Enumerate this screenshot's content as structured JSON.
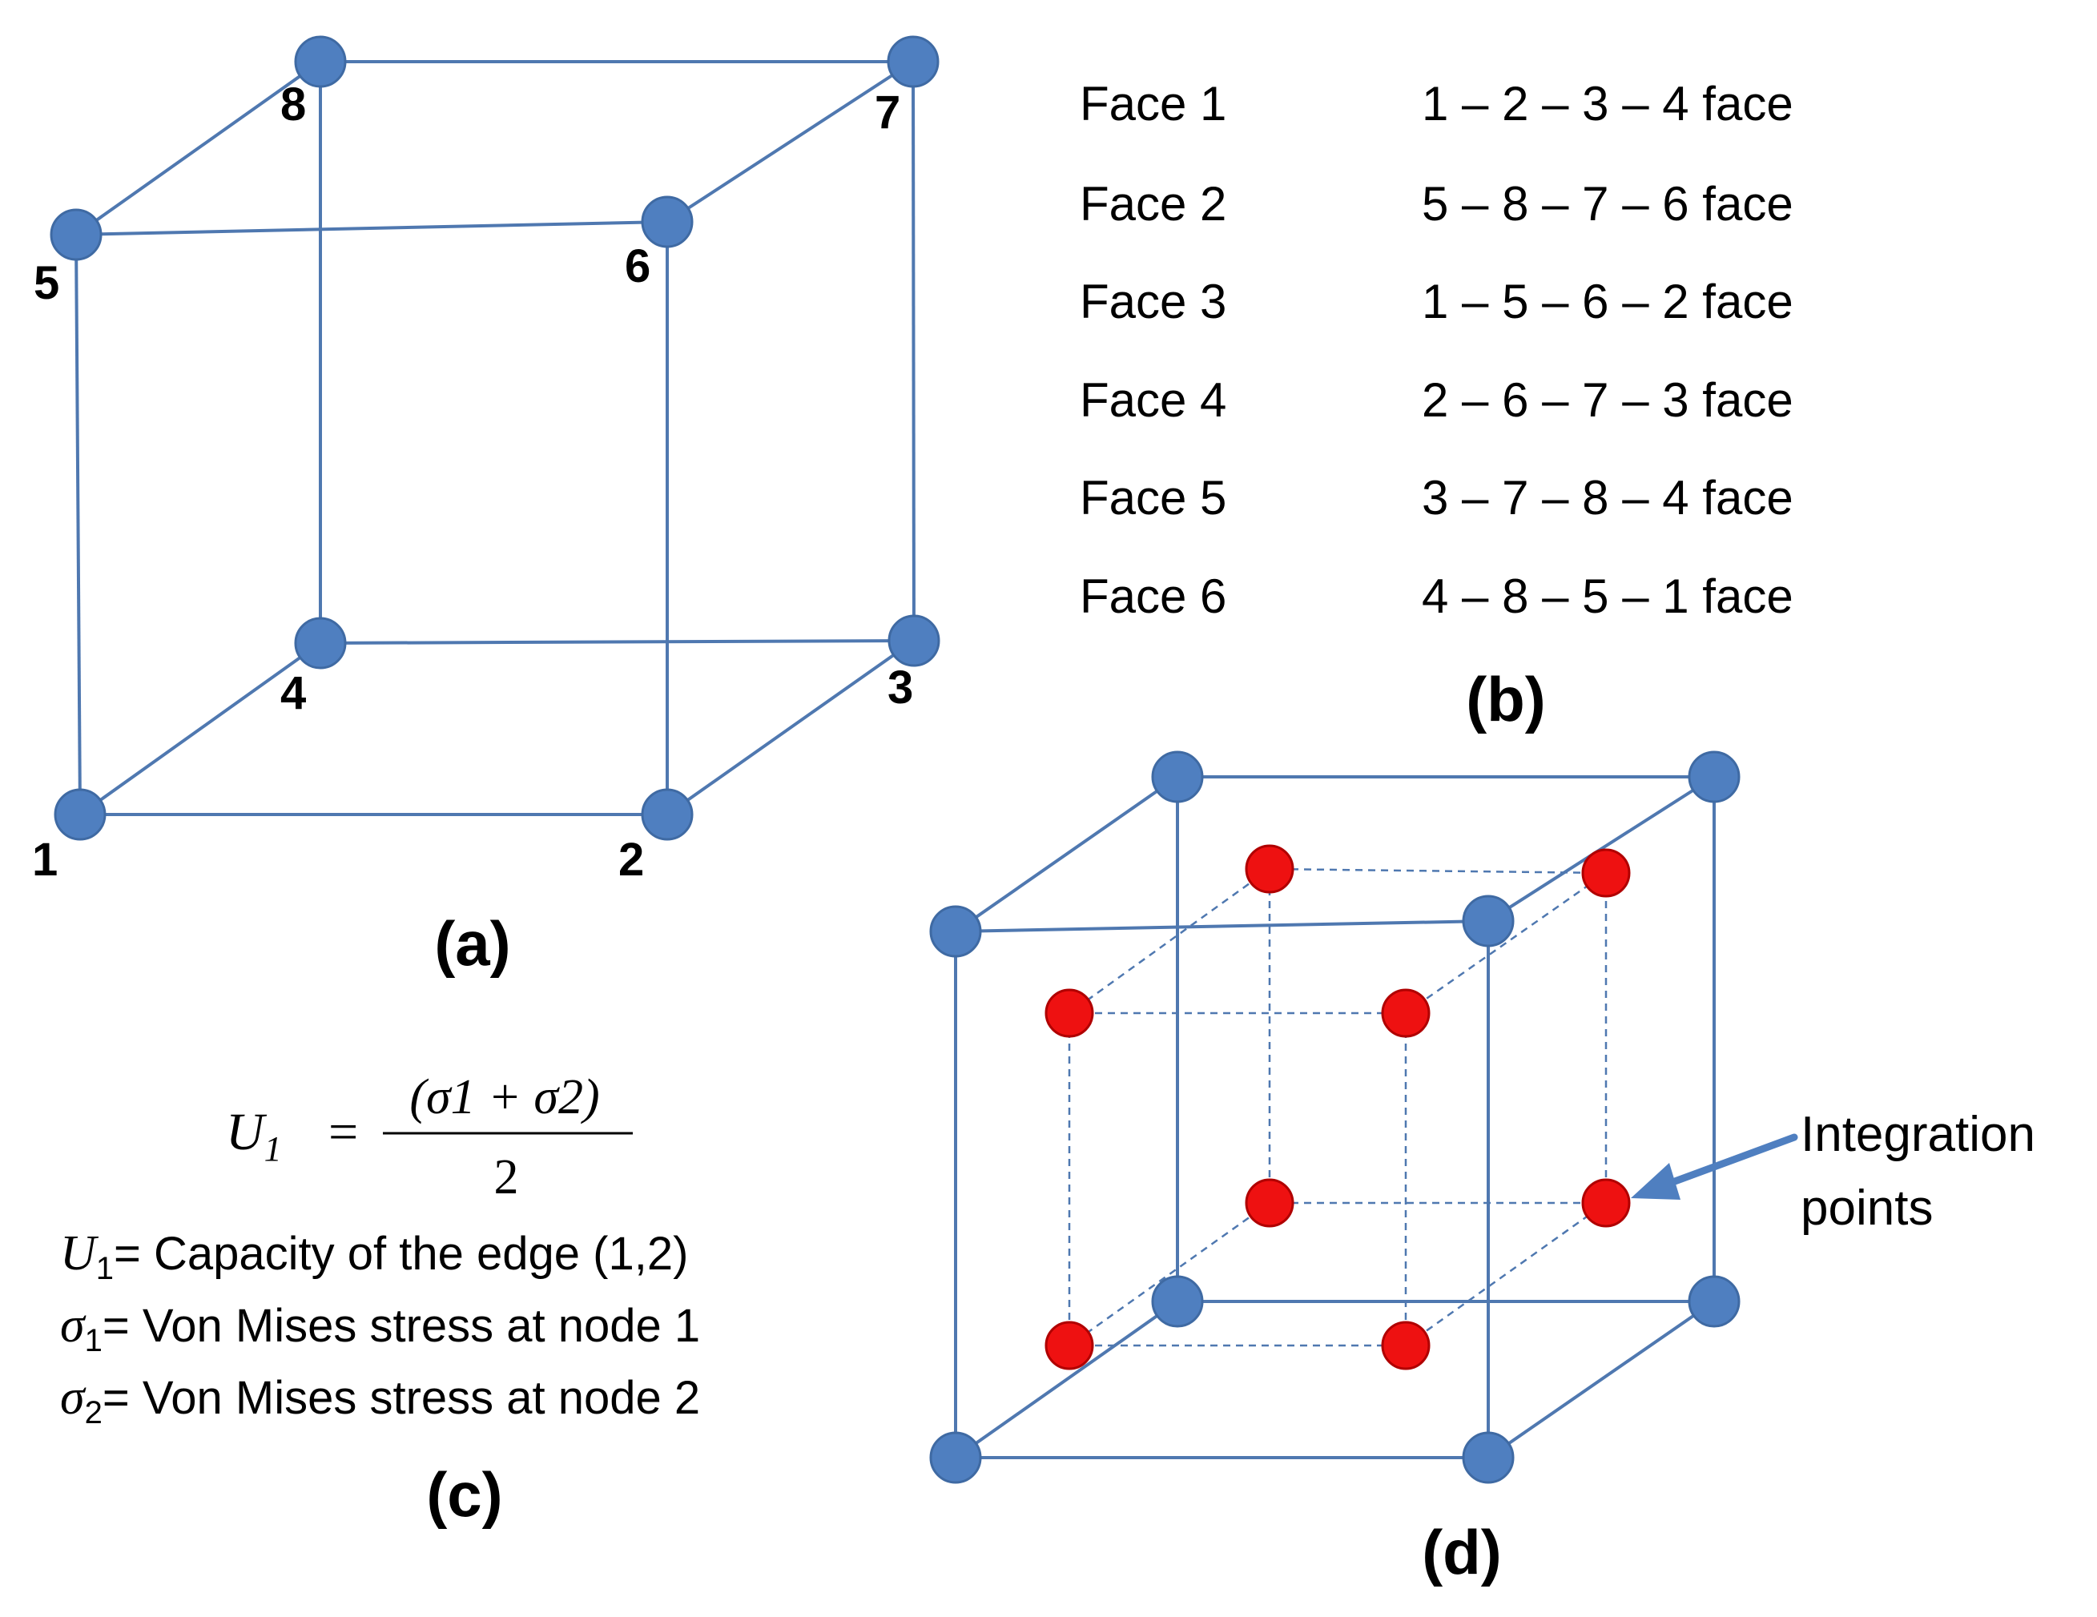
{
  "colors": {
    "edge": "#4f78b0",
    "node_fill": "#4f7fc0",
    "node_stroke": "#3f6aa3",
    "integration_fill": "#ee1111",
    "integration_stroke": "#b00000",
    "arrow": "#4f7fc0"
  },
  "panel_a": {
    "label": "(a)",
    "nodes": [
      {
        "id": "1",
        "label": "1"
      },
      {
        "id": "2",
        "label": "2"
      },
      {
        "id": "3",
        "label": "3"
      },
      {
        "id": "4",
        "label": "4"
      },
      {
        "id": "5",
        "label": "5"
      },
      {
        "id": "6",
        "label": "6"
      },
      {
        "id": "7",
        "label": "7"
      },
      {
        "id": "8",
        "label": "8"
      }
    ],
    "edges": [
      [
        "1",
        "2"
      ],
      [
        "2",
        "3"
      ],
      [
        "3",
        "4"
      ],
      [
        "4",
        "1"
      ],
      [
        "5",
        "6"
      ],
      [
        "6",
        "7"
      ],
      [
        "7",
        "8"
      ],
      [
        "8",
        "5"
      ],
      [
        "1",
        "5"
      ],
      [
        "2",
        "6"
      ],
      [
        "3",
        "7"
      ],
      [
        "4",
        "8"
      ]
    ]
  },
  "panel_b": {
    "label": "(b)",
    "faces": [
      {
        "name": "Face 1",
        "nodes": "1 – 2 – 3 – 4 face"
      },
      {
        "name": "Face 2",
        "nodes": "5 – 8 – 7 – 6 face"
      },
      {
        "name": "Face 3",
        "nodes": "1 – 5 – 6 – 2 face"
      },
      {
        "name": "Face 4",
        "nodes": "2 – 6 – 7 – 3 face"
      },
      {
        "name": "Face 5",
        "nodes": "3 – 7 – 8 – 4 face"
      },
      {
        "name": "Face 6",
        "nodes": "4 – 8 – 5 – 1 face"
      }
    ]
  },
  "panel_c": {
    "label": "(c)",
    "equation": {
      "lhs_symbol": "U",
      "lhs_sub": "1",
      "equals": "=",
      "numerator": "(σ1 + σ2)",
      "denominator": "2"
    },
    "definitions": [
      {
        "symbol": "U",
        "sub": "1",
        "text": "= Capacity of the edge (1,2)"
      },
      {
        "symbol": "σ",
        "sub": "1",
        "text": "= Von Mises stress at node 1"
      },
      {
        "symbol": "σ",
        "sub": "2",
        "text": "= Von Mises stress at node 2"
      }
    ]
  },
  "panel_d": {
    "label": "(d)",
    "callout_lines": [
      "Integration",
      "points"
    ]
  }
}
